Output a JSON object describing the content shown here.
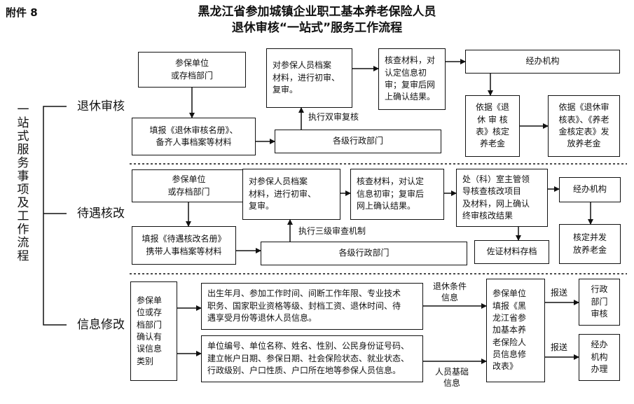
{
  "header": {
    "attachment": "附件 8",
    "title_line1": "黑龙江省参加城镇企业职工基本养老保险人员",
    "title_line2": "退休审核“一站式”服务工作流程"
  },
  "vertical_label": "一站式服务事项及工作流程",
  "sections": {
    "retire_audit": {
      "label": "退休审核",
      "unit_box": "参保单位\n或存档部门",
      "fill_box": "填报《退休审核名册》、\n备齐人事档案等材料",
      "admin_box": "各级行政部门",
      "review_note": "执行双审复核",
      "archive_box": "对参保人员档案\n材料，进行初审、\n复审。",
      "verify_box": "核查材料，对\n认定信息初\n审；复审后网\n上确认结果。",
      "agency_box": "经办机构",
      "basis_box": "依据《退\n休 审 核\n表》核定\n养老金",
      "release_box": "依据《退休审\n核表》、《养老\n金核定表》发\n放养老金"
    },
    "benefit_change": {
      "label": "待遇核改",
      "unit_box": "参保单位\n或存档部门",
      "fill_box": "填报《待遇核改名册》\n携带人事档案等材料",
      "admin_box": "各级行政部门",
      "review_note": "执行三级审查机制",
      "archive_box": "对参保人员档案\n材料，进行初审、\n复审。",
      "verify_box": "核查材料，对认定\n信息初审；复审后\n网上确认结果。",
      "leader_box": "处（科）室主管领\n导核查核改项目\n及材料，网上确认\n终审核改结果",
      "store_box": "佐证材料存档",
      "agency_box": "经办机构",
      "approve_box": "核定并发\n放养老金"
    },
    "info_modify": {
      "label": "信息修改",
      "unit_box": "参保单\n位或存\n档部门\n确认有\n误信息\n类别",
      "retire_info_box": "出生年月、参加工作时间、间断工作年限、专业技术\n职务、国家职业资格等级、封档工资、退休时间、待\n遇享受月份等退休人员信息。",
      "basic_info_box": "单位编号、单位名称、姓名、性别、公民身份证号码、\n建立帐户日期、参保日期、社会保险状态、就业状态、\n行政级别、户口性质、户口所在地等参保人员信息。",
      "retire_cond_note": "退休条件\n信息",
      "basic_note": "人员基础\n信息",
      "fill_form_box": "参保单位\n填报《黑\n龙江省参\n加基本养\n老保险人\n员信息修\n改表》",
      "report1": "报送",
      "report2": "报送",
      "admin_dept_box": "行政\n部门\n审核",
      "agency_handle_box": "经办\n机构\n办理"
    }
  }
}
